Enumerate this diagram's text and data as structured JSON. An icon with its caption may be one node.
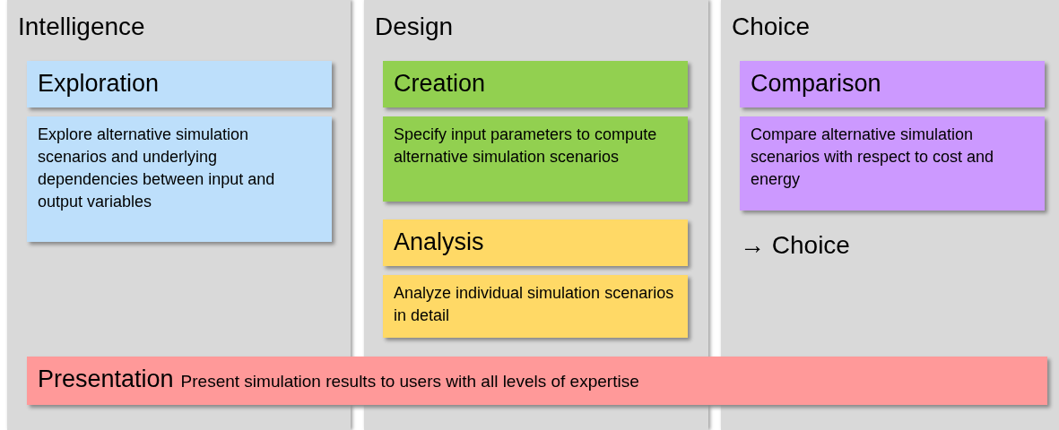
{
  "diagram": {
    "nodes": [
      {
        "text": [
          "Intelligence"
        ]
      },
      {
        "text": [
          "Exploration"
        ],
        "in": 0
      },
      {
        "text": [
          "Explore alternative simulation scenarios and underlying dependencies between input and output variables"
        ],
        "in": 0
      },
      {
        "text": [
          "Design"
        ]
      },
      {
        "text": [
          "Creation"
        ],
        "in": 3
      },
      {
        "text": [
          "Specify input parameters to compute alternative simulation scenarios"
        ],
        "in": 3
      },
      {
        "text": [
          "Analysis"
        ],
        "in": 3
      },
      {
        "text": [
          "Analyze individual simulation scenarios in detail"
        ],
        "in": 3
      },
      {
        "text": [
          "Choice"
        ]
      },
      {
        "text": [
          "Comparison"
        ],
        "in": 8
      },
      {
        "text": [
          "Compare alternative simulation scenarios with respect to cost and energy"
        ],
        "in": 8
      },
      {
        "text": [
          "Presentation",
          "Present simulation results to users with all levels of expertise"
        ]
      }
    ],
    "edges": [],
    "labels": [
      "→ Choice"
    ]
  }
}
